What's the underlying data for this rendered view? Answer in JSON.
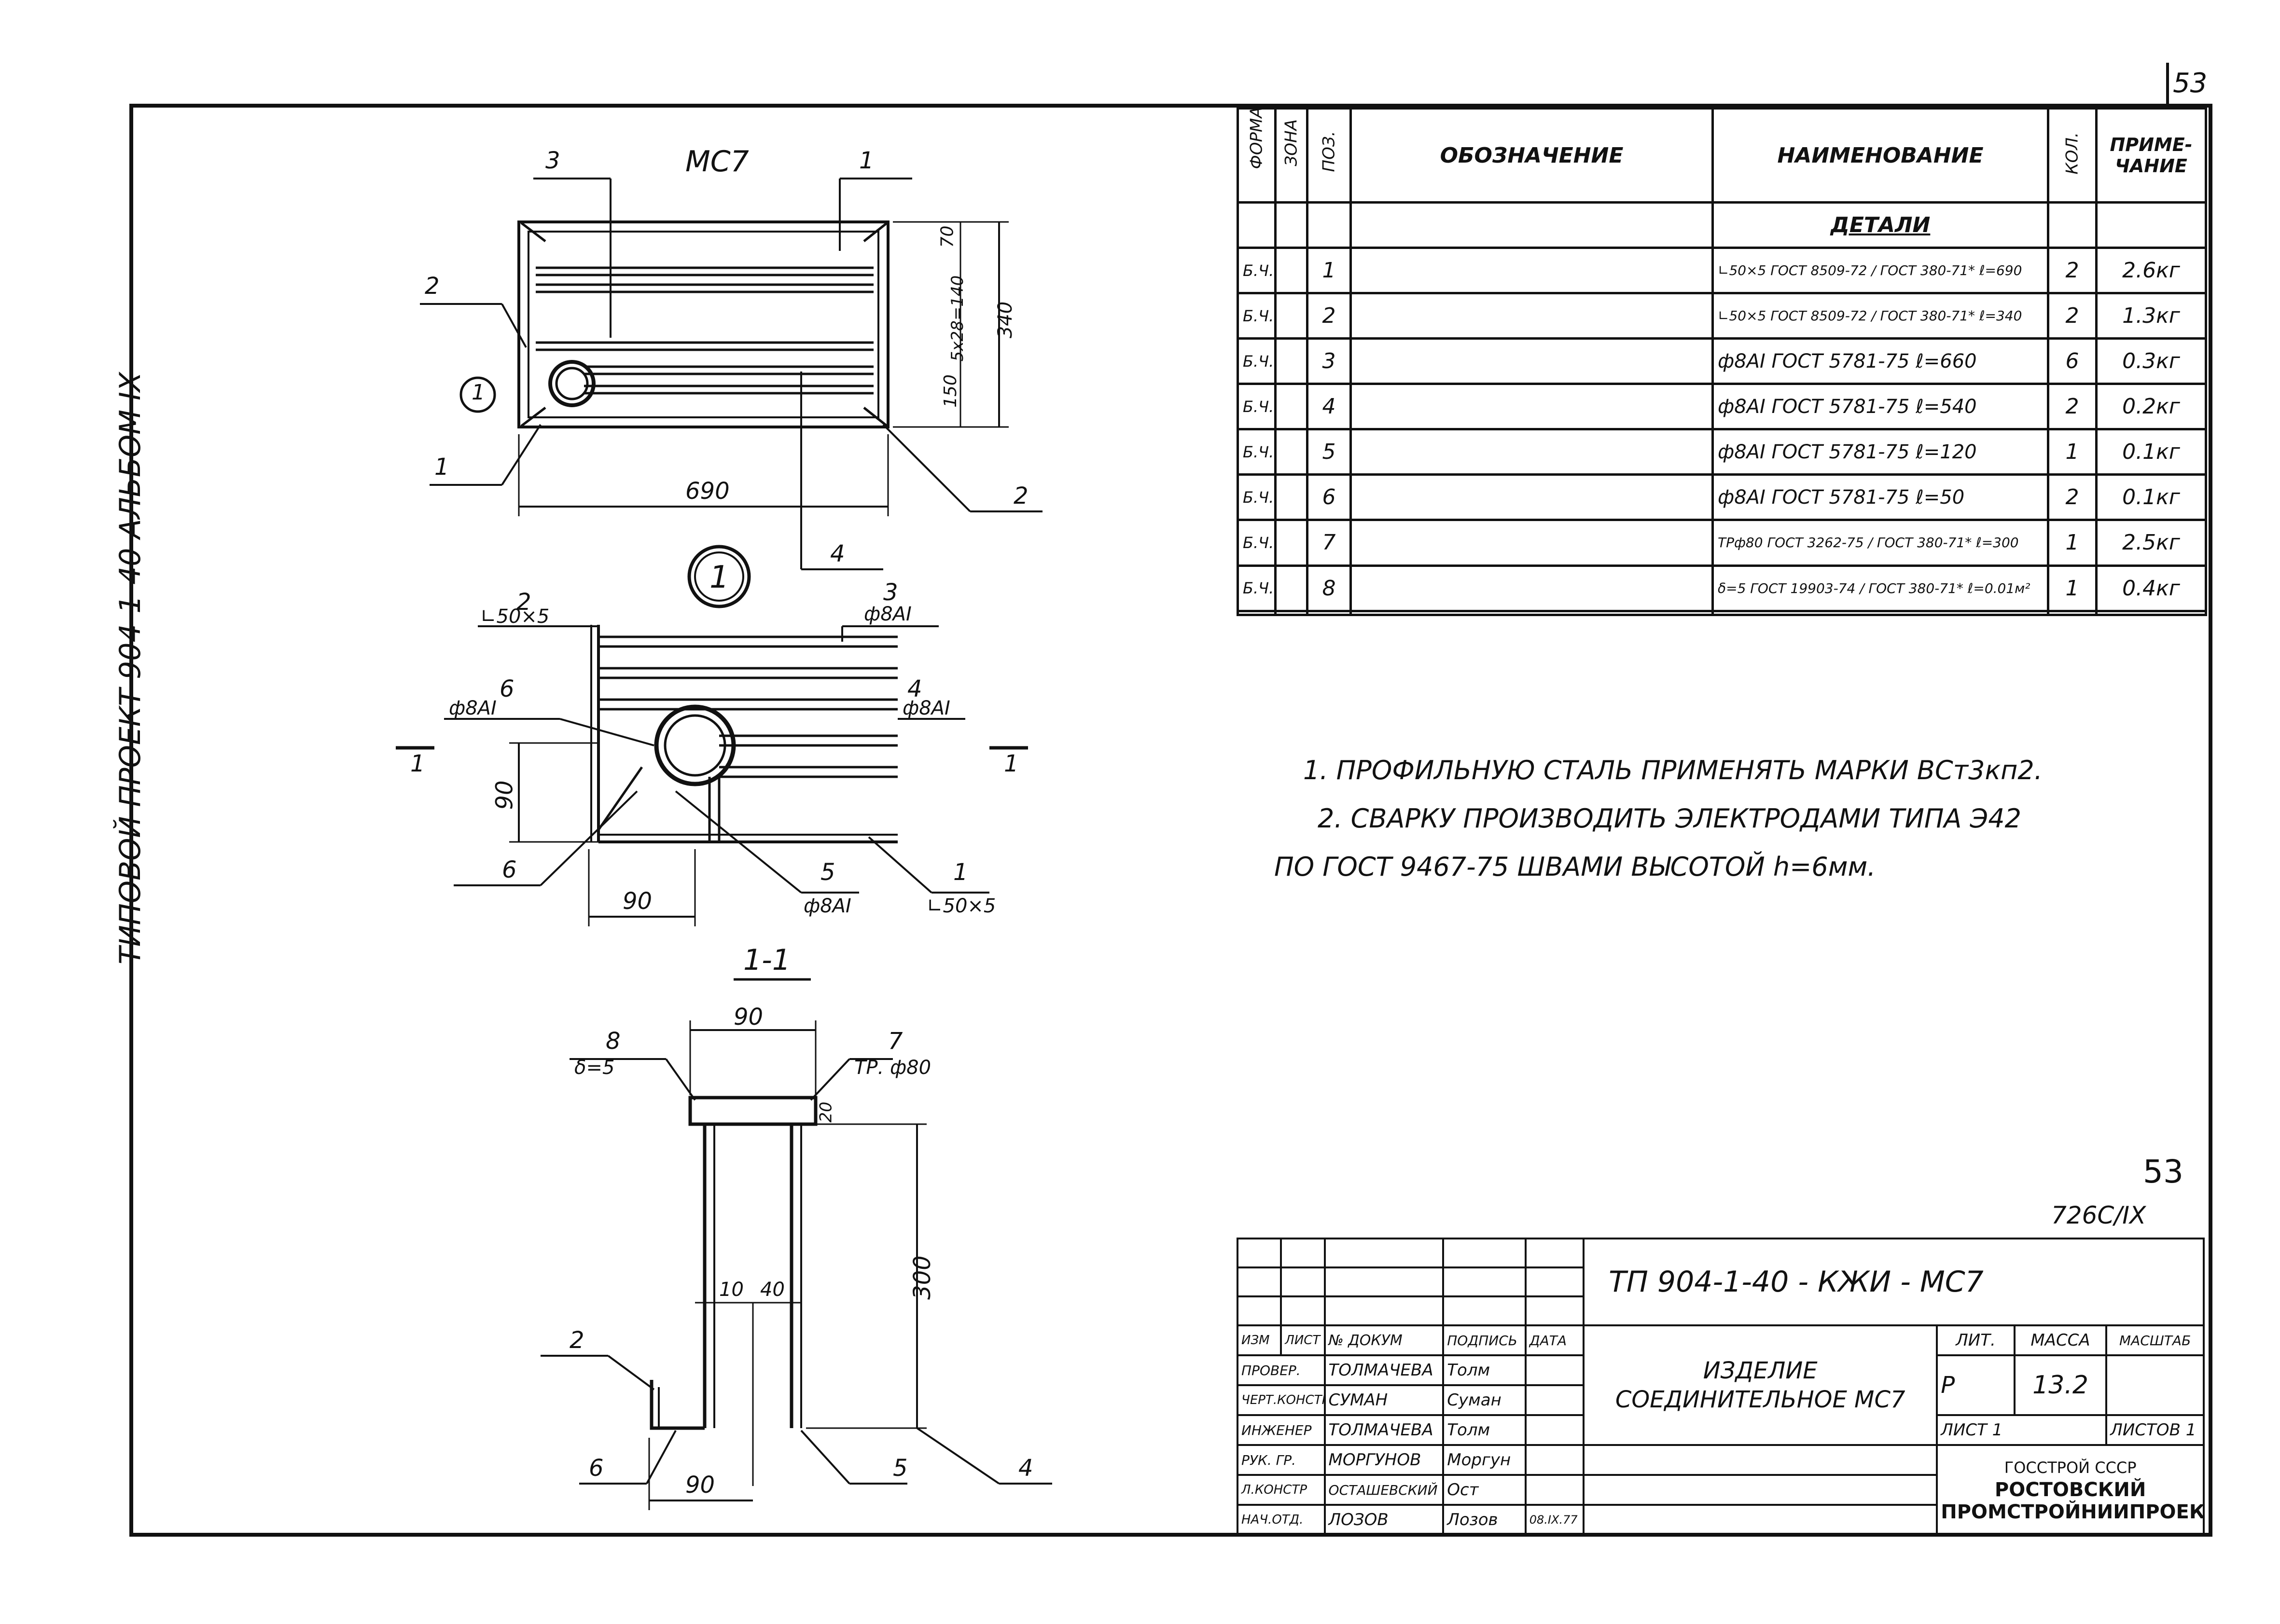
{
  "corner_sheet": "53",
  "side_text": "ТИПОВОЙ ПРОЕКТ 904-1-40 АЛЬБОМ IX",
  "plan": {
    "title": "МС7",
    "dim_length": "690",
    "dim_height": "340",
    "dim_70": "70",
    "dim_spacing": "5x28=140",
    "dim_150": "150",
    "callouts": [
      "3",
      "1",
      "2",
      "1",
      "4",
      "2"
    ],
    "node_ref": "1"
  },
  "node": {
    "ref": "1",
    "labels": {
      "l2": "2",
      "l2s": "∟50×5",
      "l3": "3",
      "l3s": "ф8АI",
      "l6": "6",
      "l6s": "ф8АI",
      "l4": "4",
      "l4s": "ф8АI",
      "l6b": "6",
      "l5": "5",
      "l5s": "ф8АI",
      "l1": "1",
      "l1s": "∟50×5"
    },
    "dim_90v": "90",
    "dim_90h": "90",
    "cut": "1"
  },
  "section": {
    "title": "1-1",
    "dim_top": "90",
    "dim_height": "300",
    "dim_20": "20",
    "dim_10": "10",
    "dim_40": "40",
    "dim_bottom": "90",
    "l8": "8",
    "l8s": "δ=5",
    "l7": "7",
    "l7s": "ТР. ф80",
    "l2": "2",
    "l6": "6",
    "l5": "5",
    "l4": "4"
  },
  "spec_table": {
    "headers": {
      "format": "ФОРМАТ",
      "zone": "ЗОНА",
      "pos": "ПОЗ.",
      "designation": "ОБОЗНАЧЕНИЕ",
      "name": "НАИМЕНОВАНИЕ",
      "qty": "КОЛ.",
      "note": "ПРИМЕ-ЧАНИЕ"
    },
    "section_title": "ДЕТАЛИ",
    "rows": [
      {
        "format": "Б.Ч.",
        "pos": "1",
        "name": "∟50×5 ГОСТ 8509-72 / ГОСТ 380-71* ℓ=690",
        "qty": "2",
        "note": "2.6кг"
      },
      {
        "format": "Б.Ч.",
        "pos": "2",
        "name": "∟50×5 ГОСТ 8509-72 / ГОСТ 380-71* ℓ=340",
        "qty": "2",
        "note": "1.3кг"
      },
      {
        "format": "Б.Ч.",
        "pos": "3",
        "name": "ф8АI ГОСТ 5781-75 ℓ=660",
        "qty": "6",
        "note": "0.3кг"
      },
      {
        "format": "Б.Ч.",
        "pos": "4",
        "name": "ф8АI ГОСТ 5781-75 ℓ=540",
        "qty": "2",
        "note": "0.2кг"
      },
      {
        "format": "Б.Ч.",
        "pos": "5",
        "name": "ф8АI ГОСТ 5781-75 ℓ=120",
        "qty": "1",
        "note": "0.1кг"
      },
      {
        "format": "Б.Ч.",
        "pos": "6",
        "name": "ф8АI ГОСТ 5781-75 ℓ=50",
        "qty": "2",
        "note": "0.1кг"
      },
      {
        "format": "Б.Ч.",
        "pos": "7",
        "name": "ТРф80 ГОСТ 3262-75 / ГОСТ 380-71* ℓ=300",
        "qty": "1",
        "note": "2.5кг"
      },
      {
        "format": "Б.Ч.",
        "pos": "8",
        "name": "δ=5 ГОСТ 19903-74 / ГОСТ 380-71* ℓ=0.01м²",
        "qty": "1",
        "note": "0.4кг"
      }
    ]
  },
  "notes": [
    "1. ПРОФИЛЬНУЮ СТАЛЬ ПРИМЕНЯТЬ МАРКИ ВСт3кп2.",
    "2. СВАРКУ ПРОИЗВОДИТЬ ЭЛЕКТРОДАМИ ТИПА Э42",
    "ПО ГОСТ 9467-75 ШВАМИ ВЫСОТОЙ h=6мм."
  ],
  "page_number": "53",
  "album_code": "726С/IX",
  "title_block": {
    "doc_code": "ТП 904-1-40 - КЖИ - МС7",
    "headers": [
      "ИЗМ",
      "ЛИСТ",
      "№ ДОКУМ",
      "ПОДПИСЬ",
      "ДАТА"
    ],
    "staff": [
      {
        "role": "ПРОВЕР.",
        "name": "ТОЛМАЧЕВА",
        "sign": "Толм"
      },
      {
        "role": "ЧЕРТ.КОНСТР",
        "name": "СУМАН",
        "sign": "Суман"
      },
      {
        "role": "ИНЖЕНЕР",
        "name": "ТОЛМАЧЕВА",
        "sign": "Толм"
      },
      {
        "role": "РУК. ГР.",
        "name": "МОРГУНОВ",
        "sign": "Моргун"
      },
      {
        "role": "Л.КОНСТР",
        "name": "ОСТАШЕВСКИЙ",
        "sign": "Ост"
      },
      {
        "role": "НАЧ.ОТД.",
        "name": "ЛОЗОВ",
        "sign": "Лозов"
      }
    ],
    "date": "08.IX.77",
    "item_name": "ИЗДЕЛИЕ СОЕДИНИТЕЛЬНОЕ МС7",
    "lit_label": "ЛИТ.",
    "mass_label": "МАССА",
    "scale_label": "МАСШТАБ",
    "lit_value": "Р",
    "mass_value": "13.2",
    "sheet_label": "ЛИСТ 1",
    "sheets_label": "ЛИСТОВ 1",
    "org": [
      "ГОССТРОЙ СССР",
      "РОСТОВСКИЙ",
      "ПРОМСТРОЙНИИПРОЕКТ"
    ]
  }
}
